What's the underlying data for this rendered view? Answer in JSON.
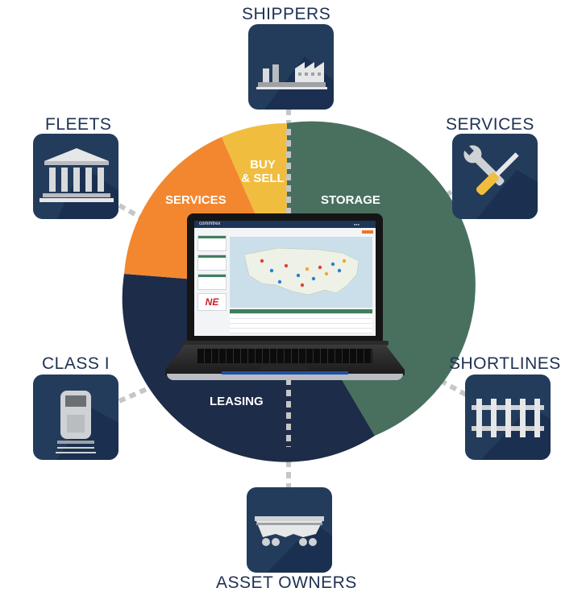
{
  "segments": {
    "buy_sell": {
      "line1": "BUY",
      "line2": "& SELL",
      "color": "#f0bd3f"
    },
    "storage": {
      "label": "STORAGE",
      "color": "#49705f"
    },
    "services": {
      "label": "SERVICES",
      "color": "#f28730"
    },
    "leasing": {
      "label": "LEASING",
      "color": "#1d2c48"
    }
  },
  "nodes": {
    "shippers": {
      "label": "SHIPPERS",
      "icon": "factory-icon"
    },
    "fleets": {
      "label": "FLEETS",
      "icon": "bank-building-icon"
    },
    "services": {
      "label": "SERVICES",
      "icon": "wrench-screwdriver-icon"
    },
    "class_one": {
      "label": "CLASS I",
      "icon": "locomotive-icon"
    },
    "shortlines": {
      "label": "SHORTLINES",
      "icon": "railroad-track-icon"
    },
    "asset_owners": {
      "label": "ASSET OWNERS",
      "icon": "hopper-railcar-icon"
    }
  },
  "laptop": {
    "app_logo": "commtrex",
    "ad_text": "NE"
  },
  "colors": {
    "node_box": "#233c5c",
    "label_text": "#1f3152",
    "connector": "#c4c6c8"
  }
}
